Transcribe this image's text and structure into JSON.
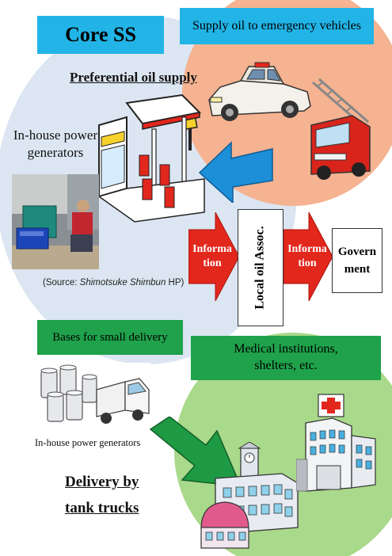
{
  "core_ss": "Core SS",
  "supply_oil": "Supply oil to emergency vehicles",
  "preferential_oil": "Preferential oil supply",
  "in_house_generators_line1": "In-house power",
  "in_house_generators_line2": "generators",
  "source_prefix": "(Source: ",
  "source_italic": "Shimotsuke Shimbun",
  "source_suffix": " HP)",
  "info_left_line1": "Informa",
  "info_left_line2": "tion",
  "local_oil": "Local oil Assoc.",
  "info_right_line1": "Informa",
  "info_right_line2": "tion",
  "govern_line1": "Govern",
  "govern_line2": "ment",
  "bases_small": "Bases for small delivery",
  "medical_line1": "Medical institutions,",
  "medical_line2": "shelters, etc.",
  "in_house_small": "In-house power generators",
  "delivery_line1": "Delivery by",
  "delivery_line2": "tank trucks",
  "colors": {
    "blue_box": "#22b4e6",
    "green_box": "#1fa24b",
    "red_arrow": "#e2271d",
    "blue_arrow": "#1c8fd8",
    "green_arrow": "#1f9a44",
    "oval": "#dce6f2",
    "orange_circle": "#f5b391",
    "green_circle": "#a9d98a"
  },
  "icons": [
    "gas-station-icon",
    "police-car-icon",
    "fire-truck-icon",
    "generator-photo-icon",
    "oil-tanks-icon",
    "small-truck-icon",
    "hospital-icon",
    "city-buildings-icon"
  ]
}
